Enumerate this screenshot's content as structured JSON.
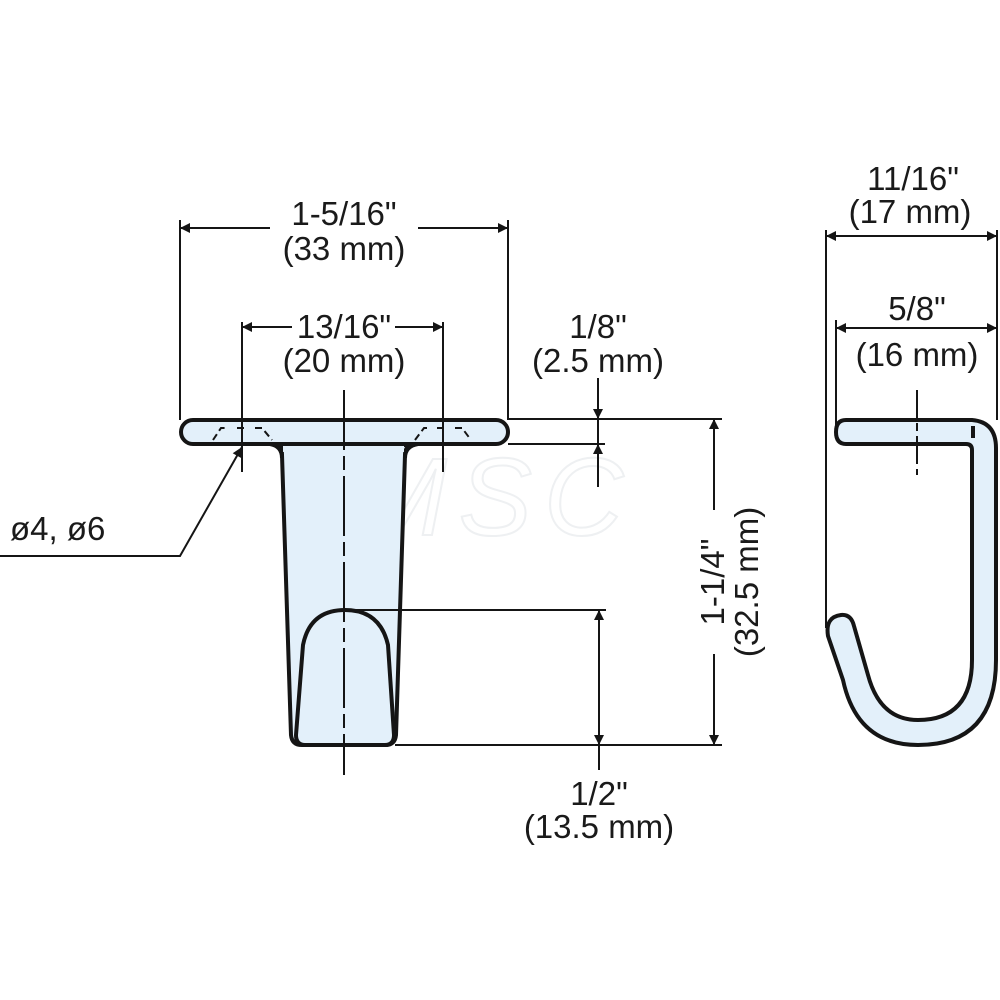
{
  "drawing": {
    "title": "Ceiling hook technical drawing",
    "colors": {
      "part_fill": "#e3f0fa",
      "line": "#151515",
      "text": "#1a1a1a"
    },
    "watermark": "MSC",
    "front_view": {
      "overall_width": {
        "imperial": "1-5/16\"",
        "metric": "(33 mm)"
      },
      "hole_spacing": {
        "imperial": "13/16\"",
        "metric": "(20 mm)"
      },
      "flange_thickness": {
        "imperial": "1/8\"",
        "metric": "(2.5 mm)"
      },
      "overall_height": {
        "imperial": "1-1/4\"",
        "metric": "(32.5 mm)"
      },
      "hook_opening_height": {
        "imperial": "1/2\"",
        "metric": "(13.5 mm)"
      },
      "hole_callout": "ø4, ø6"
    },
    "side_view": {
      "overall_depth": {
        "imperial": "11/16\"",
        "metric": "(17 mm)"
      },
      "inner_depth": {
        "imperial": "5/8\"",
        "metric": "(16 mm)"
      }
    }
  }
}
